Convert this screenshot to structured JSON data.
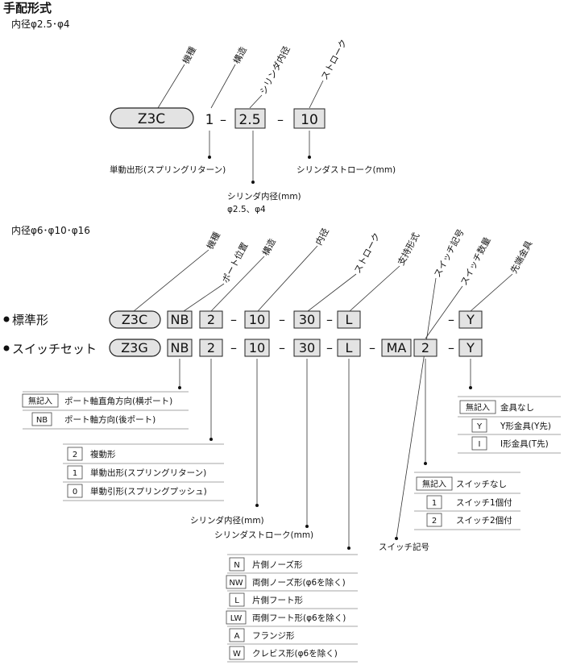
{
  "section1": {
    "title": "手配形式",
    "subtitle": "内径φ2.5･φ4",
    "rotated_labels": [
      "機種",
      "構造",
      "シリンダ内径",
      "ストローク"
    ],
    "code": {
      "model": "Z3C",
      "structure": "1",
      "bore": "2.5",
      "stroke": "10"
    },
    "dash": "–",
    "notes": {
      "structure": "単動出形(スプリングリターン)",
      "stroke": "シリンダストローク(mm)",
      "bore_line1": "シリンダ内径(mm)",
      "bore_line2": "φ2.5、φ4"
    }
  },
  "section2": {
    "subtitle": "内径φ6･φ10･φ16",
    "rotated_labels": [
      "機種",
      "ポート位置",
      "構造",
      "内径",
      "ストローク",
      "支持形式",
      "スイッチ記号",
      "スイッチ数量",
      "先端金具"
    ],
    "rows": [
      {
        "label": "標準形",
        "model": "Z3C",
        "port": "NB",
        "structure": "2",
        "bore": "10",
        "stroke": "30",
        "mount": "L",
        "tip": "Y"
      },
      {
        "label": "スイッチセット",
        "model": "Z3G",
        "port": "NB",
        "structure": "2",
        "bore": "10",
        "stroke": "30",
        "mount": "L",
        "switch": "MA",
        "qty": "2",
        "tip": "Y"
      }
    ],
    "dash": "–",
    "port_options": [
      {
        "code": "無記入",
        "text": "ポート軸直角方向(横ポート)"
      },
      {
        "code": "NB",
        "text": "ポート軸方向(後ポート)"
      }
    ],
    "structure_options": [
      {
        "code": "2",
        "text": "複動形"
      },
      {
        "code": "1",
        "text": "単動出形(スプリングリターン)"
      },
      {
        "code": "0",
        "text": "単動引形(スプリングプッシュ)"
      }
    ],
    "bore_note": "シリンダ内径(mm)",
    "stroke_note": "シリンダストローク(mm)",
    "mount_options": [
      {
        "code": "N",
        "text": "片側ノーズ形"
      },
      {
        "code": "NW",
        "text": "両側ノーズ形(φ6を除く)"
      },
      {
        "code": "L",
        "text": "片側フート形"
      },
      {
        "code": "LW",
        "text": "両側フート形(φ6を除く)"
      },
      {
        "code": "A",
        "text": "フランジ形"
      },
      {
        "code": "W",
        "text": "クレビス形(φ6を除く)"
      }
    ],
    "switch_note": "スイッチ記号",
    "qty_options": [
      {
        "code": "無記入",
        "text": "スイッチなし"
      },
      {
        "code": "1",
        "text": "スイッチ1個付"
      },
      {
        "code": "2",
        "text": "スイッチ2個付"
      }
    ],
    "tip_options": [
      {
        "code": "無記入",
        "text": "金具なし"
      },
      {
        "code": "Y",
        "text": "Y形金具(Y先)"
      },
      {
        "code": "I",
        "text": "I形金具(T先)"
      }
    ]
  }
}
